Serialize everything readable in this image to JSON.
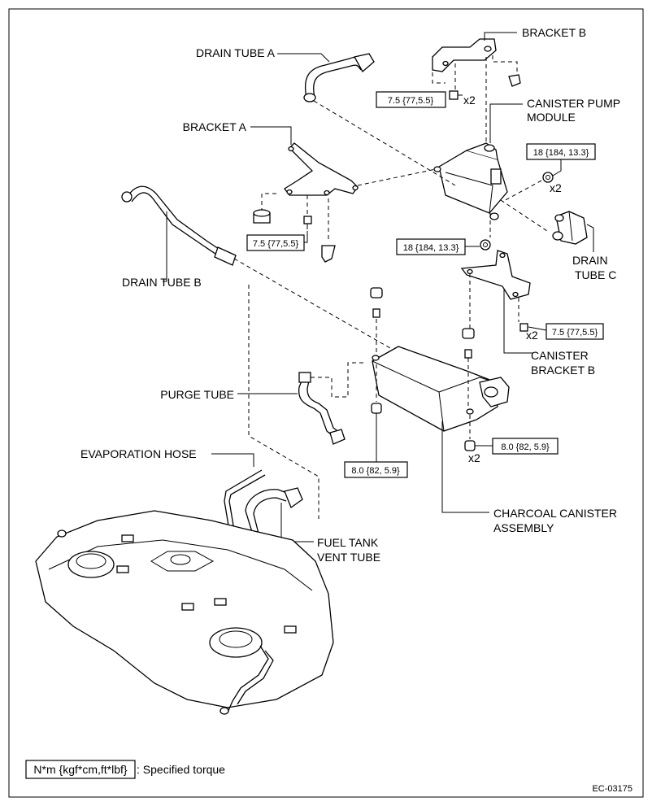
{
  "labels": {
    "drain_tube_a": "DRAIN TUBE A",
    "bracket_b": "BRACKET B",
    "canister_pump_module_1": "CANISTER PUMP",
    "canister_pump_module_2": "MODULE",
    "bracket_a": "BRACKET A",
    "drain_tube_b": "DRAIN TUBE B",
    "drain_tube_c_1": "DRAIN",
    "drain_tube_c_2": "TUBE C",
    "canister_bracket_b_1": "CANISTER",
    "canister_bracket_b_2": "BRACKET B",
    "purge_tube": "PURGE TUBE",
    "evaporation_hose": "EVAPORATION HOSE",
    "charcoal_canister_1": "CHARCOAL CANISTER",
    "charcoal_canister_2": "ASSEMBLY",
    "fuel_tank_vent_tube_1": "FUEL TANK",
    "fuel_tank_vent_tube_2": "VENT TUBE"
  },
  "torques": {
    "bracket_b_bolt": "7.5 {77,5.5}",
    "pump_module_top": "18 {184, 13.3}",
    "pump_module_bottom": "18 {184, 13.3}",
    "bracket_a_bolt": "7.5 {77,5.5}",
    "canister_bracket_b_bolt": "7.5 {77,5.5}",
    "canister_right_bolt": "8.0 {82, 5.9}",
    "canister_left_bolt": "8.0 {82, 5.9}"
  },
  "quantities": {
    "bracket_b_bolt": "x2",
    "pump_module_top": "x2",
    "canister_bracket_b_bolt": "x2",
    "canister_right_bolt": "x2"
  },
  "legend": {
    "unit_box": "N*m {kgf*cm,ft*lbf}",
    "description": ": Specified torque"
  },
  "figure_code": "EC-03175"
}
